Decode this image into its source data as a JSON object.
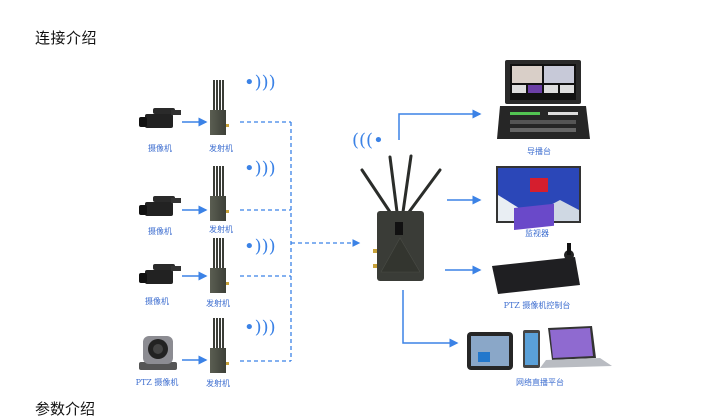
{
  "section_title": "连接介绍",
  "next_section_title": "参数介绍",
  "sources": [
    {
      "device": "摄像机",
      "device_icon": "camcorder-icon",
      "transmitter": "发射机"
    },
    {
      "device": "摄像机",
      "device_icon": "camcorder-icon",
      "transmitter": "发射机"
    },
    {
      "device": "摄像机",
      "device_icon": "camcorder-icon",
      "transmitter": "发射机"
    },
    {
      "device": "PTZ 摄像机",
      "device_icon": "ptz-camera-icon",
      "transmitter": "发射机"
    }
  ],
  "receiver": {
    "name": "receiver",
    "icon": "receiver-icon"
  },
  "outputs": [
    {
      "label": "导播台",
      "icon": "video-switcher-icon"
    },
    {
      "label": "监视器",
      "icon": "monitor-icon"
    },
    {
      "label": "PTZ 摄像机控制台",
      "icon": "ptz-controller-icon"
    },
    {
      "label": "网络直播平台",
      "icon": "streaming-devices-icon"
    }
  ],
  "colors": {
    "link": "#3b82e6",
    "label": "#3f6fd0",
    "device": "#2f3230"
  }
}
